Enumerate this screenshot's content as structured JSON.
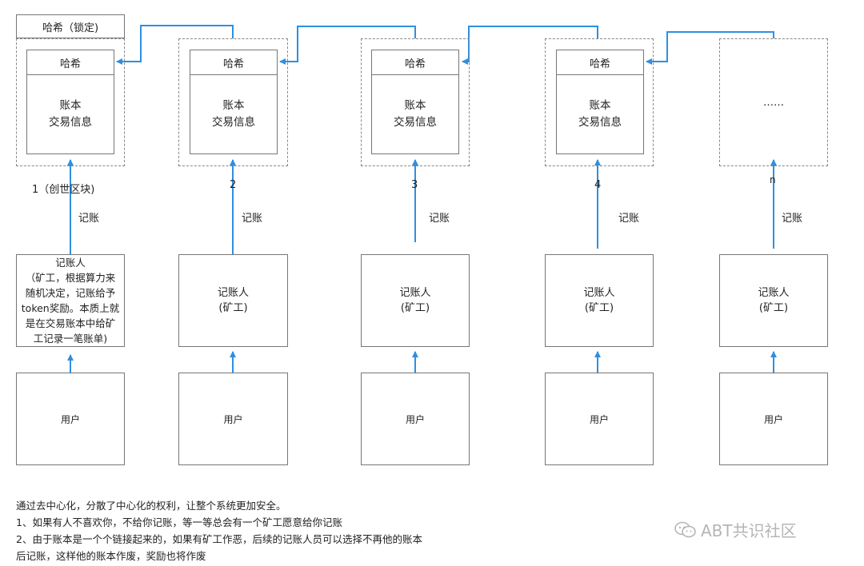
{
  "genesis_lock_label": "哈希（锁定)",
  "blocks": [
    {
      "hash": "哈希",
      "body_line1": "账本",
      "body_line2": "交易信息",
      "number": "1（创世区块)"
    },
    {
      "hash": "哈希",
      "body_line1": "账本",
      "body_line2": "交易信息",
      "number": "2"
    },
    {
      "hash": "哈希",
      "body_line1": "账本",
      "body_line2": "交易信息",
      "number": "3"
    },
    {
      "hash": "哈希",
      "body_line1": "账本",
      "body_line2": "交易信息",
      "number": "4"
    },
    {
      "hash": "",
      "body_line1": "……",
      "body_line2": "",
      "number": "n"
    }
  ],
  "bookkeep_label": "记账",
  "miner_first": [
    "记账人",
    "（矿工，根据算力来",
    "随机决定，记账给予",
    "token奖励。本质上就",
    "是在交易账本中给矿",
    "工记录一笔账单)"
  ],
  "miner_line1": "记账人",
  "miner_line2": "(矿工)",
  "user_label": "用户",
  "notes": [
    "通过去中心化，分散了中心化的权利，让整个系统更加安全。",
    "1、如果有人不喜欢你，不给你记账，等一等总会有一个矿工愿意给你记账",
    "2、由于账本是一个个链接起来的，如果有矿工作恶，后续的记账人员可以选择不再他的账本",
    "后记账，这样他的账本作废，奖励也将作废"
  ],
  "watermark": "ABT共识社区",
  "colors": {
    "arrow": "#2f8fe0",
    "border": "#777777",
    "dashed": "#888888"
  }
}
